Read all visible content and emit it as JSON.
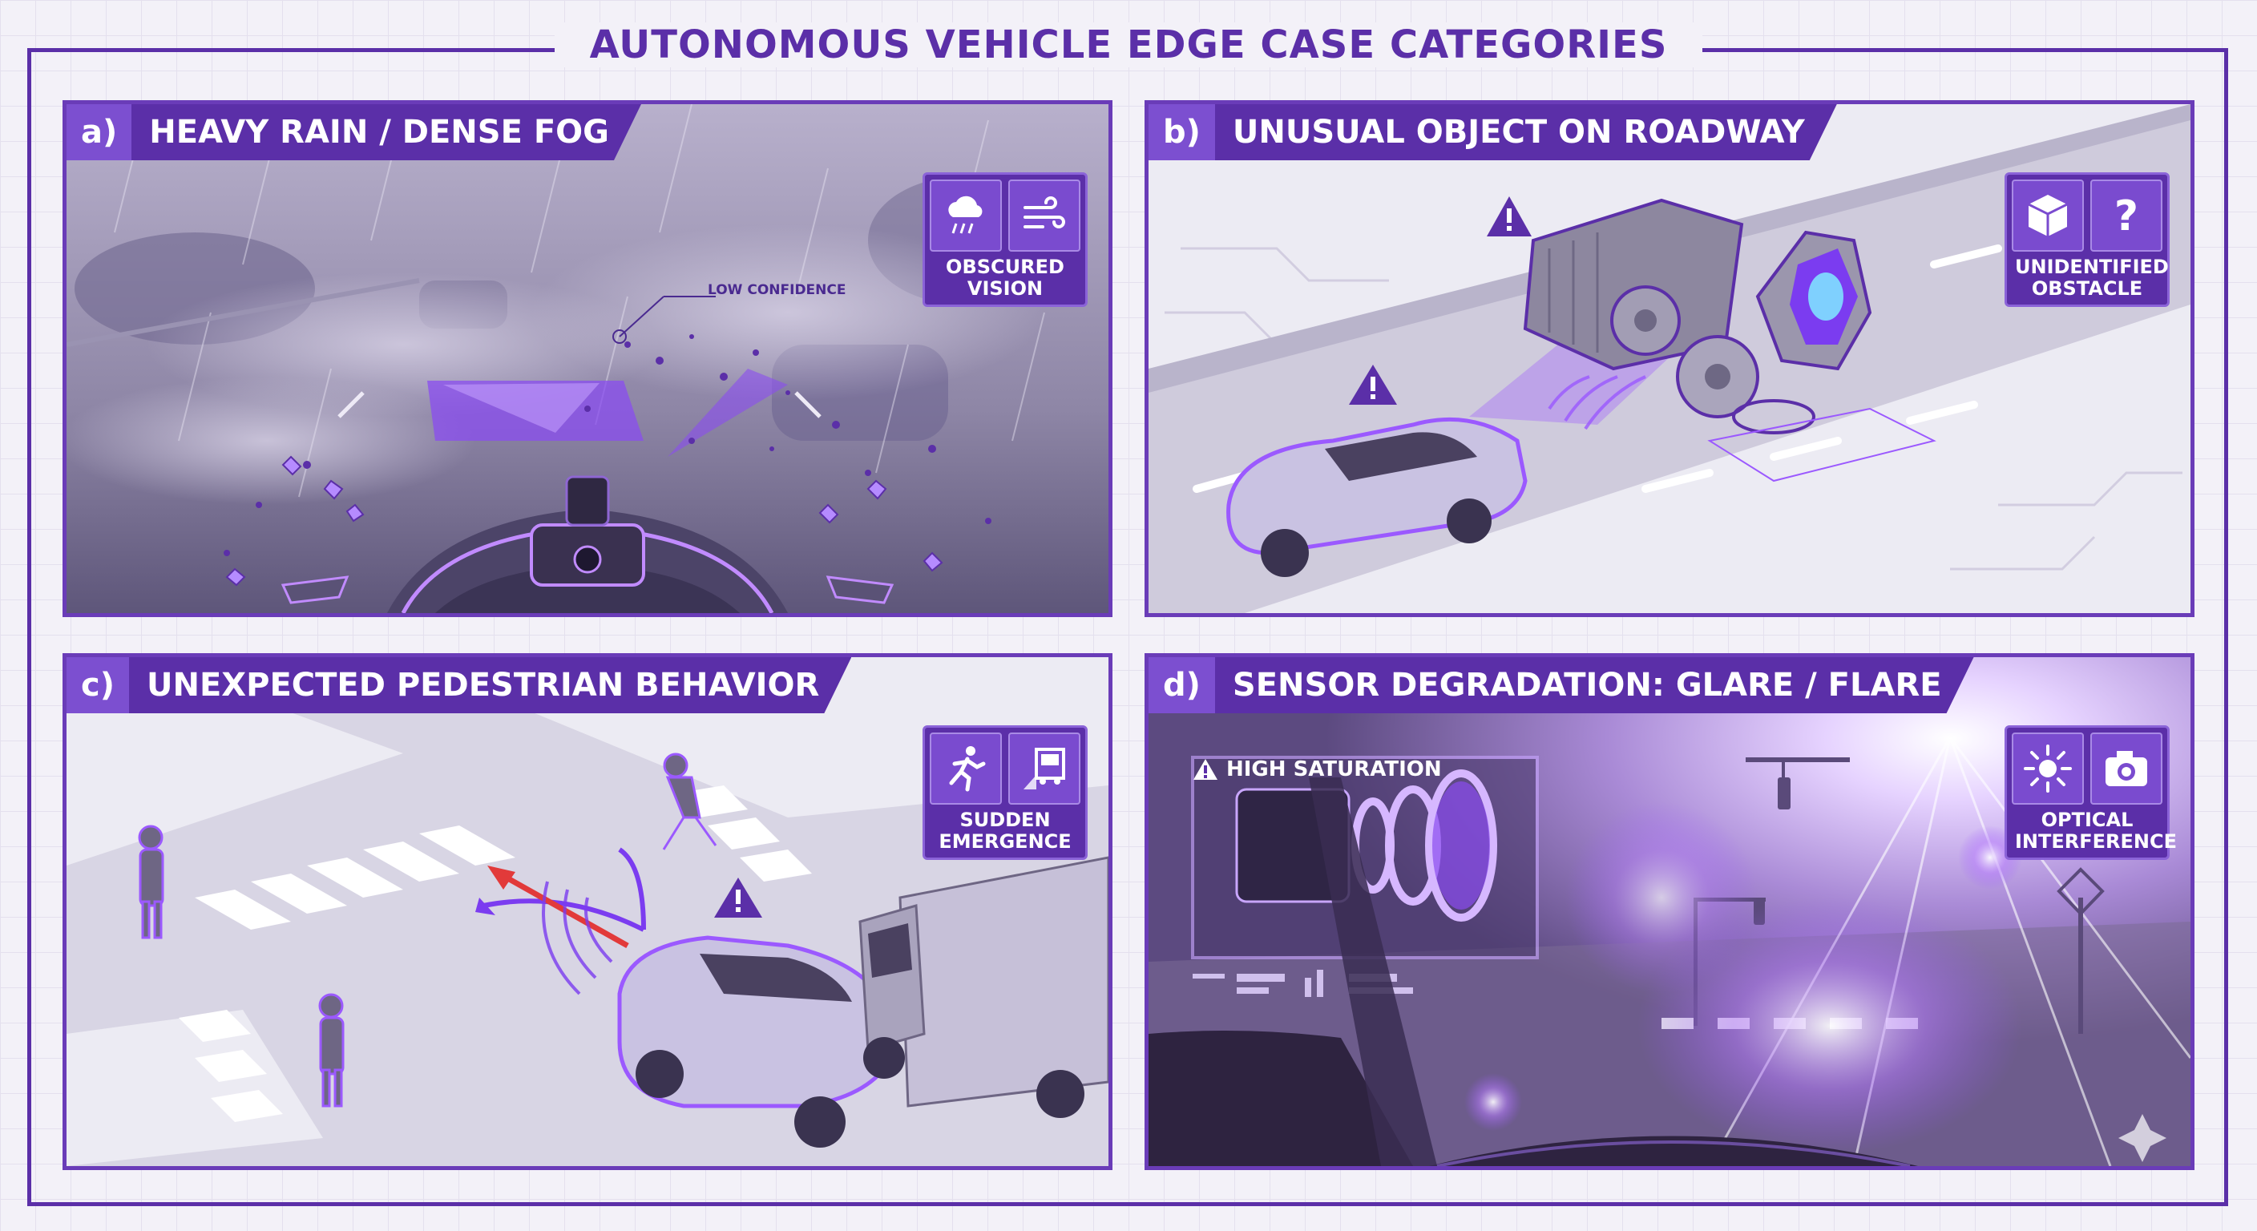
{
  "title": "AUTONOMOUS VEHICLE EDGE CASE CATEGORIES",
  "panels": {
    "a": {
      "letter": "a)",
      "label": "HEAVY RAIN / DENSE FOG",
      "badge": "OBSCURED VISION",
      "callout": "LOW CONFIDENCE",
      "icons": [
        "cloud-rain-icon",
        "wind-icon"
      ]
    },
    "b": {
      "letter": "b)",
      "label": "UNUSUAL OBJECT ON ROADWAY",
      "badge": "UNIDENTIFIED OBSTACLE",
      "icons": [
        "cube-icon",
        "question-icon"
      ]
    },
    "c": {
      "letter": "c)",
      "label": "UNEXPECTED PEDESTRIAN BEHAVIOR",
      "badge": "SUDDEN EMERGENCE",
      "icons": [
        "running-person-icon",
        "truck-occlusion-icon"
      ]
    },
    "d": {
      "letter": "d)",
      "label": "SENSOR DEGRADATION: GLARE / FLARE",
      "badge": "OPTICAL INTERFERENCE",
      "callout": "HIGH SATURATION",
      "icons": [
        "sun-icon",
        "camera-icon"
      ]
    }
  },
  "colors": {
    "primary": "#5b2fa8",
    "accent": "#9b59ff",
    "alert": "#e23a3a"
  }
}
